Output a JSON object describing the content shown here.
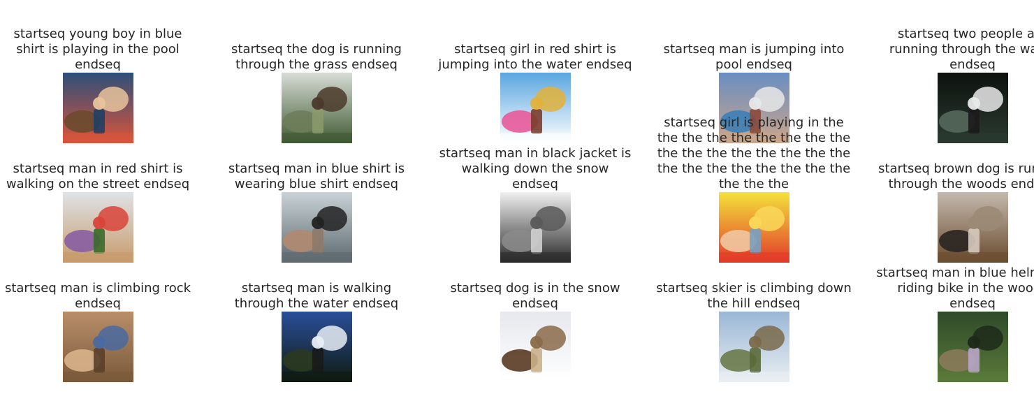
{
  "grid": {
    "rows": [
      [
        {
          "caption": "startseq young boy in blue shirt is playing in the pool endseq",
          "photo": "boy-in-pool-photo",
          "palette": [
            "#2d4f7a",
            "#d9543a",
            "#6b4a2e",
            "#e8c39c",
            "#1f3f63"
          ]
        },
        {
          "caption": "startseq the dog is running through the grass endseq",
          "photo": "dog-in-forest-photo",
          "palette": [
            "#d8dcd6",
            "#3f5a33",
            "#6e7d5a",
            "#4a3a2a",
            "#8a9a6a"
          ]
        },
        {
          "caption": "startseq girl in red shirt is jumping into the water endseq",
          "photo": "girl-on-swing-photo",
          "palette": [
            "#5aa6e0",
            "#ffffff",
            "#e85a9a",
            "#e2b23a",
            "#7b3d2b"
          ]
        },
        {
          "caption": "startseq man is jumping into pool endseq",
          "photo": "people-at-pool-photo",
          "palette": [
            "#6a8ec2",
            "#caa58a",
            "#3c7fb7",
            "#e7e7e7",
            "#8a4a3a"
          ]
        },
        {
          "caption": "startseq two people are running through the water endseq",
          "photo": "people-in-dark-water-photo",
          "palette": [
            "#0e120e",
            "#2a3a30",
            "#55685c",
            "#e9e9e9",
            "#1b1b1b"
          ]
        }
      ],
      [
        {
          "caption": "startseq man in red shirt is walking on the street endseq",
          "photo": "child-in-colorful-coat-photo",
          "palette": [
            "#dfe3e8",
            "#c79b6b",
            "#8a5ea2",
            "#d9443a",
            "#3a6a2a"
          ]
        },
        {
          "caption": "startseq man in blue shirt is wearing blue shirt endseq",
          "photo": "man-in-waders-photo",
          "palette": [
            "#c9d3d7",
            "#5f6a70",
            "#b08a70",
            "#222222",
            "#8d7a6a"
          ]
        },
        {
          "caption": "startseq man in black jacket is walking down the snow endseq",
          "photo": "snowy-woods-path-photo",
          "palette": [
            "#f0f0f0",
            "#2a2a2a",
            "#8a8a8a",
            "#5a5a5a",
            "#cfcfcf"
          ]
        },
        {
          "caption": "startseq girl is playing in the the the the the the the the the the the the the the the the the the the the the the the the the the the the",
          "photo": "child-in-play-tube-photo",
          "palette": [
            "#f4e23a",
            "#e23a2a",
            "#f0c7a2",
            "#f9d85a",
            "#7aa0c0"
          ]
        },
        {
          "caption": "startseq brown dog is running through the woods endseq",
          "photo": "dog-jumping-fence-photo",
          "palette": [
            "#c4b9ae",
            "#6b4c2f",
            "#2a2520",
            "#9b8a76",
            "#d6cbbf"
          ]
        }
      ],
      [
        {
          "caption": "startseq man is climbing rock endseq",
          "photo": "rock-climber-photo",
          "palette": [
            "#b98e6a",
            "#7a5a3a",
            "#d8b28a",
            "#4a6aa0",
            "#5a3f2a"
          ]
        },
        {
          "caption": "startseq man is walking through the water endseq",
          "photo": "snow-under-trees-photo",
          "palette": [
            "#2a4f9a",
            "#0f1a10",
            "#2a3a20",
            "#e8eef5",
            "#1a1a1a"
          ]
        },
        {
          "caption": "startseq dog is in the snow endseq",
          "photo": "dog-digging-snow-photo",
          "palette": [
            "#e6e8ee",
            "#ffffff",
            "#5a3a22",
            "#8a6a4a",
            "#c9b08a"
          ]
        },
        {
          "caption": "startseq skier is climbing down the hill endseq",
          "photo": "mountain-valley-photo",
          "palette": [
            "#9ab7d6",
            "#e9eef2",
            "#6a7a4a",
            "#7a6a4a",
            "#5a6a3a"
          ]
        },
        {
          "caption": "startseq man in blue helmet is riding bike in the woods endseq",
          "photo": "bike-trail-woods-photo",
          "palette": [
            "#2f4a2a",
            "#5a7a3a",
            "#8a7a5a",
            "#1d2a1a",
            "#b8a4c8"
          ]
        }
      ]
    ]
  }
}
